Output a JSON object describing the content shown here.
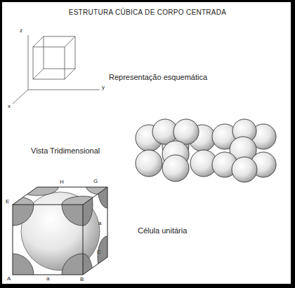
{
  "diagram": {
    "title": "ESTRUTURA CÚBICA DE CORPO CENTRADA",
    "labels": [
      "z",
      "y",
      "x",
      "Representação esquemática",
      "Vista Tridimensional",
      "Célula unitária",
      "H",
      "G",
      "E",
      "a",
      "C",
      "A",
      "a",
      "B"
    ]
  }
}
